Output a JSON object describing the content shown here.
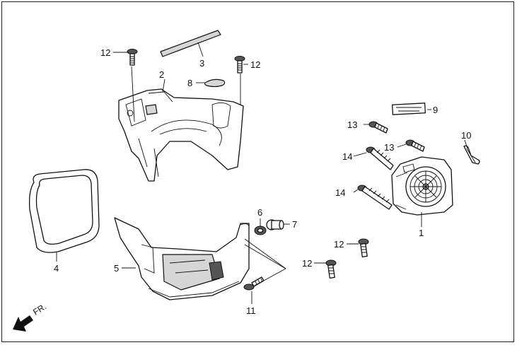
{
  "diagram": {
    "callouts": [
      {
        "id": "c1",
        "text": "1"
      },
      {
        "id": "c2",
        "text": "2"
      },
      {
        "id": "c3",
        "text": "3"
      },
      {
        "id": "c4",
        "text": "4"
      },
      {
        "id": "c5",
        "text": "5"
      },
      {
        "id": "c6",
        "text": "6"
      },
      {
        "id": "c7",
        "text": "7"
      },
      {
        "id": "c8",
        "text": "8"
      },
      {
        "id": "c9",
        "text": "9"
      },
      {
        "id": "c10",
        "text": "10"
      },
      {
        "id": "c11",
        "text": "11"
      },
      {
        "id": "c12a",
        "text": "12"
      },
      {
        "id": "c12b",
        "text": "12"
      },
      {
        "id": "c12c",
        "text": "12"
      },
      {
        "id": "c12d",
        "text": "12"
      },
      {
        "id": "c13a",
        "text": "13"
      },
      {
        "id": "c13b",
        "text": "13"
      },
      {
        "id": "c14a",
        "text": "14"
      },
      {
        "id": "c14b",
        "text": "14"
      }
    ],
    "front_indicator": "FR."
  }
}
